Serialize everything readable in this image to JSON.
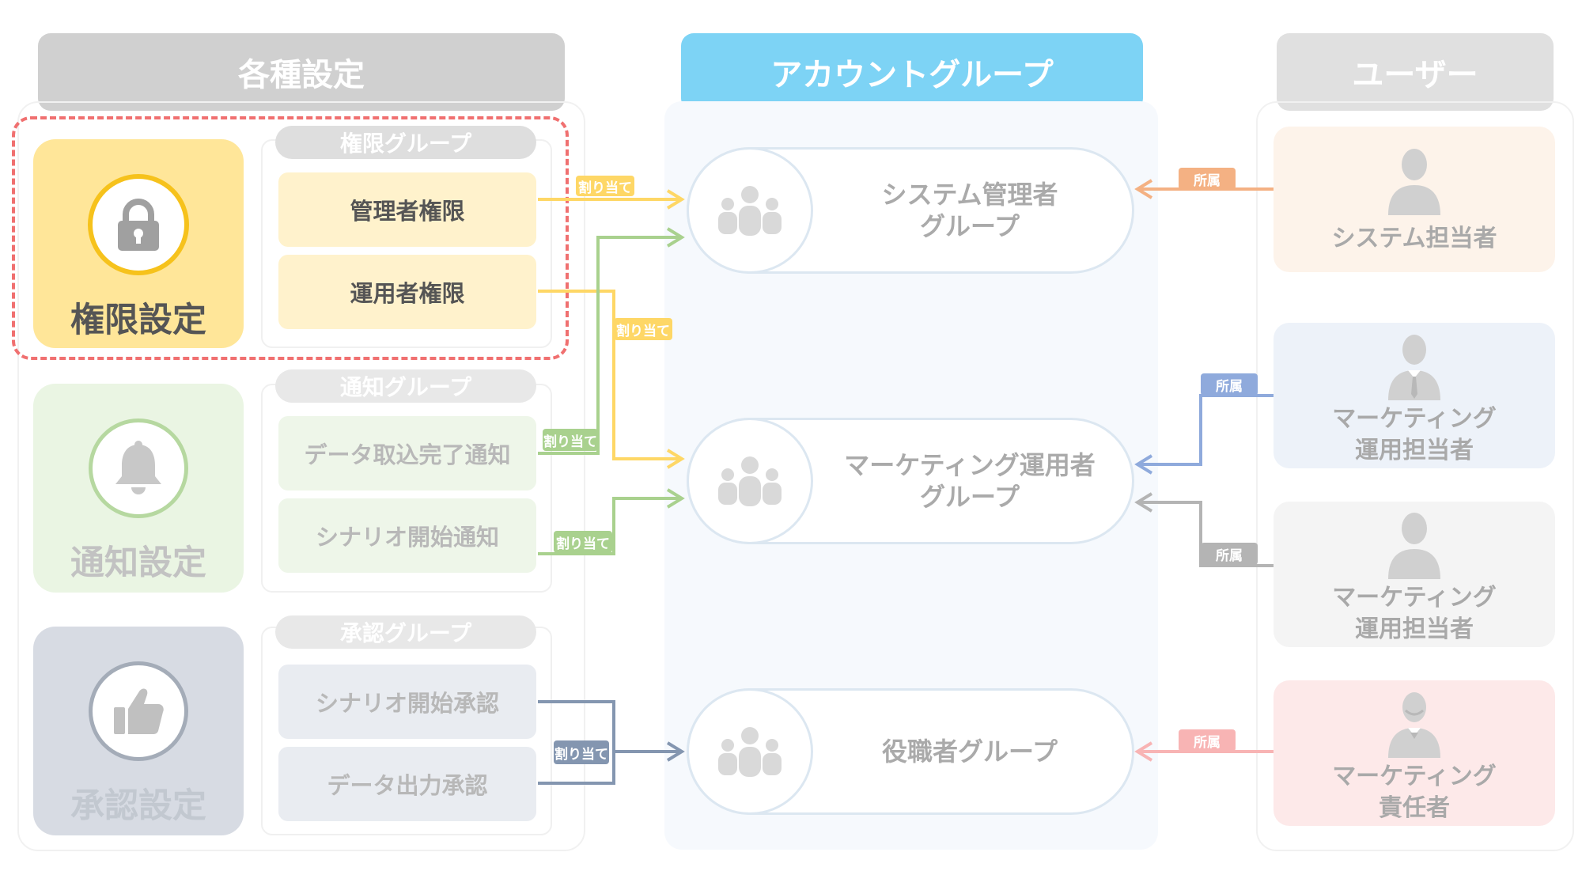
{
  "headers": {
    "settings": "各種設定",
    "accounts": "アカウントグループ",
    "users": "ユーザー"
  },
  "categories": [
    {
      "label": "権限設定",
      "icon": "lock-icon"
    },
    {
      "label": "通知設定",
      "icon": "bell-icon"
    },
    {
      "label": "承認設定",
      "icon": "thumbs-up-icon"
    }
  ],
  "groups": [
    {
      "title": "権限グループ",
      "items": [
        "管理者権限",
        "運用者権限"
      ]
    },
    {
      "title": "通知グループ",
      "items": [
        "データ取込完了通知",
        "シナリオ開始通知"
      ]
    },
    {
      "title": "承認グループ",
      "items": [
        "シナリオ開始承認",
        "データ出力承認"
      ]
    }
  ],
  "account_groups": [
    {
      "label": "システム管理者\nグループ",
      "icon": "people-group-icon"
    },
    {
      "label": "マーケティング運用者\nグループ",
      "icon": "people-group-icon"
    },
    {
      "label": "役職者グループ",
      "icon": "people-group-icon"
    }
  ],
  "users": [
    {
      "label": "システム担当者",
      "icon": "person-icon"
    },
    {
      "label": "マーケティング\n運用担当者",
      "icon": "businessman-icon"
    },
    {
      "label": "マーケティング\n運用担当者",
      "icon": "person-icon"
    },
    {
      "label": "マーケティング\n責任者",
      "icon": "executive-icon"
    }
  ],
  "tags": {
    "assign": "割り当て",
    "belong": "所属"
  },
  "colors": {
    "yellow": "#fed766",
    "green": "#a9d18e",
    "slate": "#8496b0",
    "orange": "#f4b183",
    "blue": "#8faadc",
    "gray": "#b4b4b4",
    "pink": "#f8b4b4",
    "highlight": "#f07070"
  }
}
